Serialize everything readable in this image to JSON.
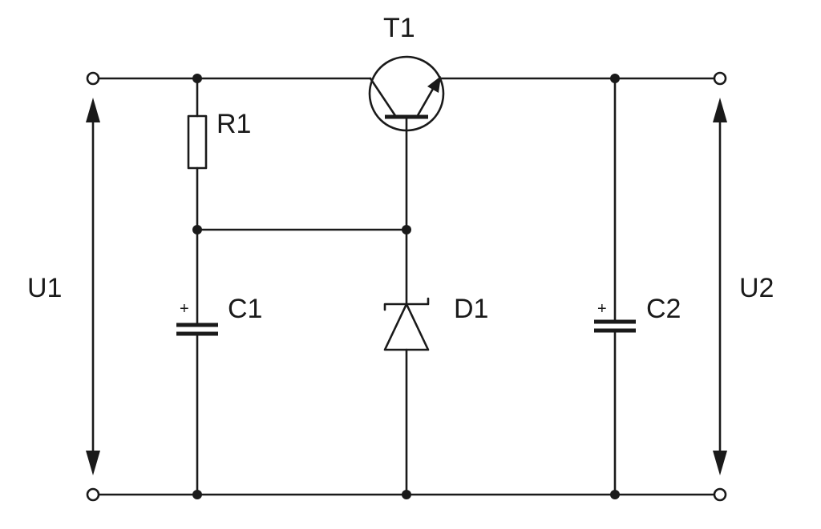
{
  "components": {
    "transistor": {
      "label": "T1",
      "icon": "npn-transistor-icon"
    },
    "resistor": {
      "label": "R1",
      "icon": "resistor-icon"
    },
    "capacitor_in": {
      "label": "C1",
      "polarity": "+",
      "icon": "electrolytic-capacitor-icon"
    },
    "zener": {
      "label": "D1",
      "icon": "zener-diode-icon"
    },
    "capacitor_out": {
      "label": "C2",
      "polarity": "+",
      "icon": "electrolytic-capacitor-icon"
    }
  },
  "voltages": {
    "input": {
      "label": "U1"
    },
    "output": {
      "label": "U2"
    }
  },
  "colors": {
    "ink": "#1a1a1a",
    "background": "#ffffff"
  }
}
